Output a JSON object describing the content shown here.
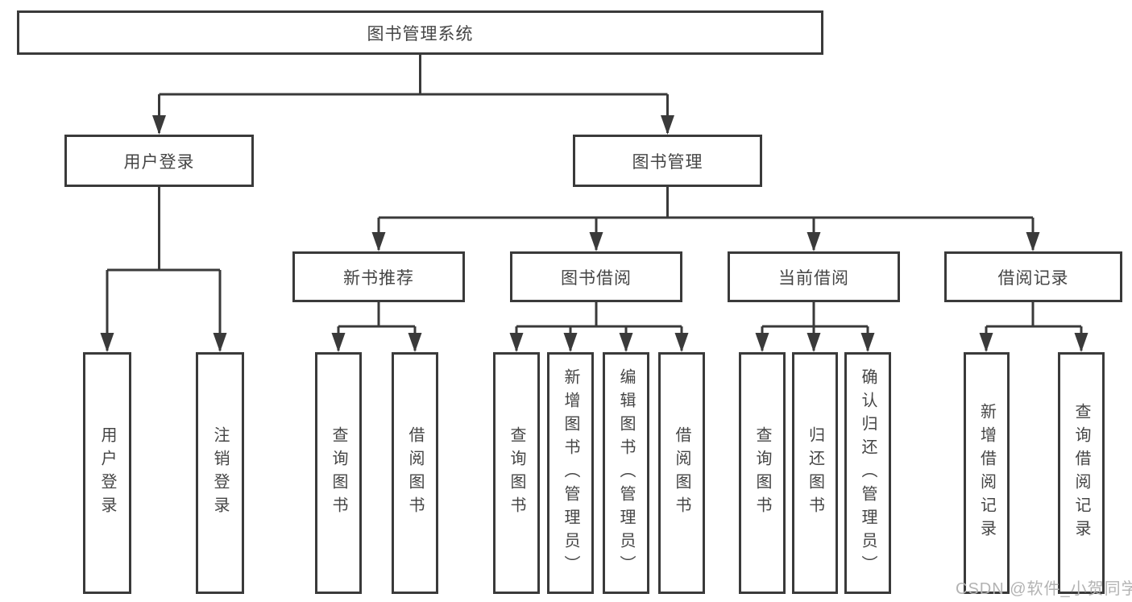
{
  "diagram": {
    "root": "图书管理系统",
    "branches": [
      {
        "label": "用户登录",
        "children": [
          "用户登录",
          "注销登录"
        ]
      },
      {
        "label": "图书管理",
        "sections": [
          {
            "label": "新书推荐",
            "children": [
              "查询图书",
              "借阅图书"
            ]
          },
          {
            "label": "图书借阅",
            "children": [
              "查询图书",
              "新增图书（管理员）",
              "编辑图书（管理员）",
              "借阅图书"
            ]
          },
          {
            "label": "当前借阅",
            "children": [
              "查询图书",
              "归还图书",
              "确认归还（管理员）"
            ]
          },
          {
            "label": "借阅记录",
            "children": [
              "新增借阅记录",
              "查询借阅记录"
            ]
          }
        ]
      }
    ],
    "line_color": "#3a3a3a",
    "text_color": "#454545"
  },
  "watermark": "CSDN @软件_小贺同学"
}
